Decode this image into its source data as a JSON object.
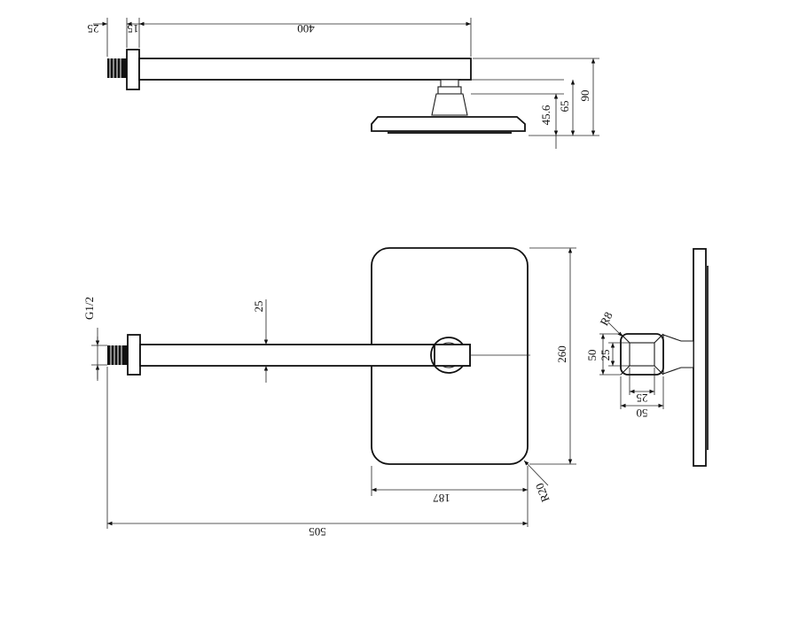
{
  "drawing": {
    "top_view": {
      "dim_wall_offset": "25",
      "dim_flange": "15",
      "dim_arm_length": "400",
      "dim_head_thickness": "45.6",
      "dim_head_drop": "65",
      "dim_total_drop": "90"
    },
    "front_view": {
      "dim_thread": "G1/2",
      "dim_arm_section": "25",
      "dim_head_height": "260",
      "dim_head_width": "187",
      "dim_corner_radius": "R20",
      "dim_total_length": "505"
    },
    "side_view": {
      "dim_outer_radius": "R8",
      "dim_outer_square": "50",
      "dim_inner_square": "25",
      "dim_inner_width": "25",
      "dim_outer_width": "50"
    }
  }
}
